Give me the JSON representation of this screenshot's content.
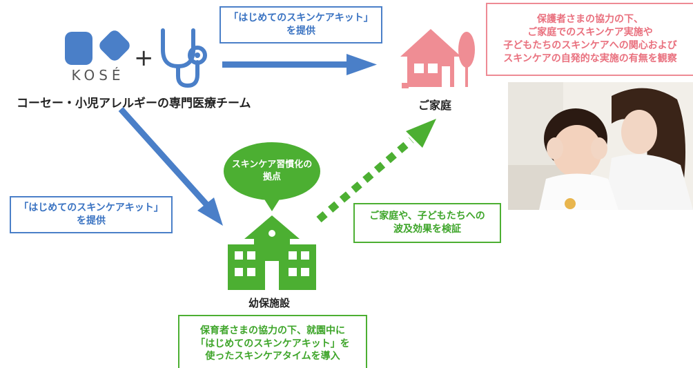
{
  "top_kit_box": [
    "「はじめてのスキンケアキット」",
    "を提供"
  ],
  "left_kit_box": [
    "「はじめてのスキンケアキット」",
    "を提供"
  ],
  "kose_logo_text": "KOSÉ",
  "team_label": "コーセー・小児アレルギーの専門医療チーム",
  "plus_sign": "+",
  "home_label": "ご家庭",
  "home_box": [
    "保護者さまの協力の下、",
    "ご家庭でのスキンケア実施や",
    "子どもたちのスキンケアへの関心および",
    "スキンケアの自発的な実施の有無を観察"
  ],
  "bubble": [
    "スキンケア習慣化の",
    "拠点"
  ],
  "ripple_box": [
    "ご家庭や、子どもたちへの",
    "波及効果を検証"
  ],
  "facility_label": "幼保施設",
  "facility_box": [
    "保育者さまの協力の下、就園中に",
    "「はじめてのスキンケアキット」を",
    "使ったスキンケアタイムを導入"
  ],
  "colors": {
    "blue": "#4a7fc8",
    "green": "#4caf32",
    "pink": "#ee8a94",
    "house_pink": "#ef8d94"
  }
}
